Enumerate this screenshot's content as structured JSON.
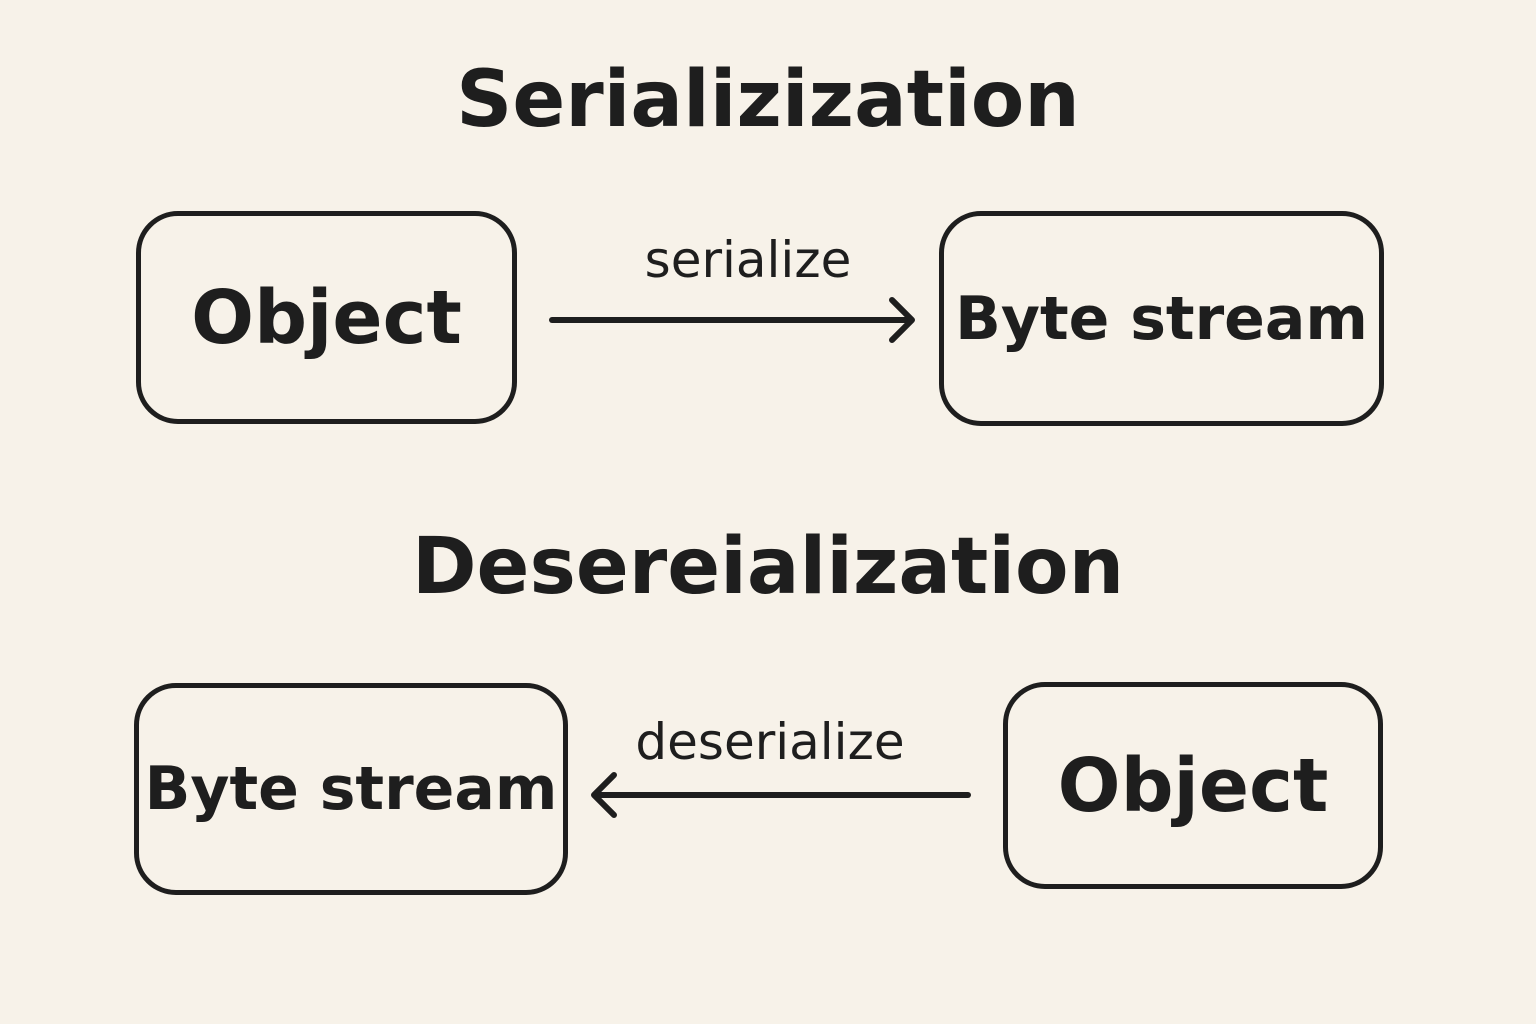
{
  "serialization": {
    "title": "Serializization",
    "source_box": "Object",
    "target_box": "Byte stream",
    "arrow_label": "serialize"
  },
  "deserialization": {
    "title": "Desereialization",
    "left_box": "Byte stream",
    "right_box": "Object",
    "arrow_label": "deserialize"
  },
  "colors": {
    "background": "#f7f2e9",
    "ink": "#1e1e1e"
  }
}
